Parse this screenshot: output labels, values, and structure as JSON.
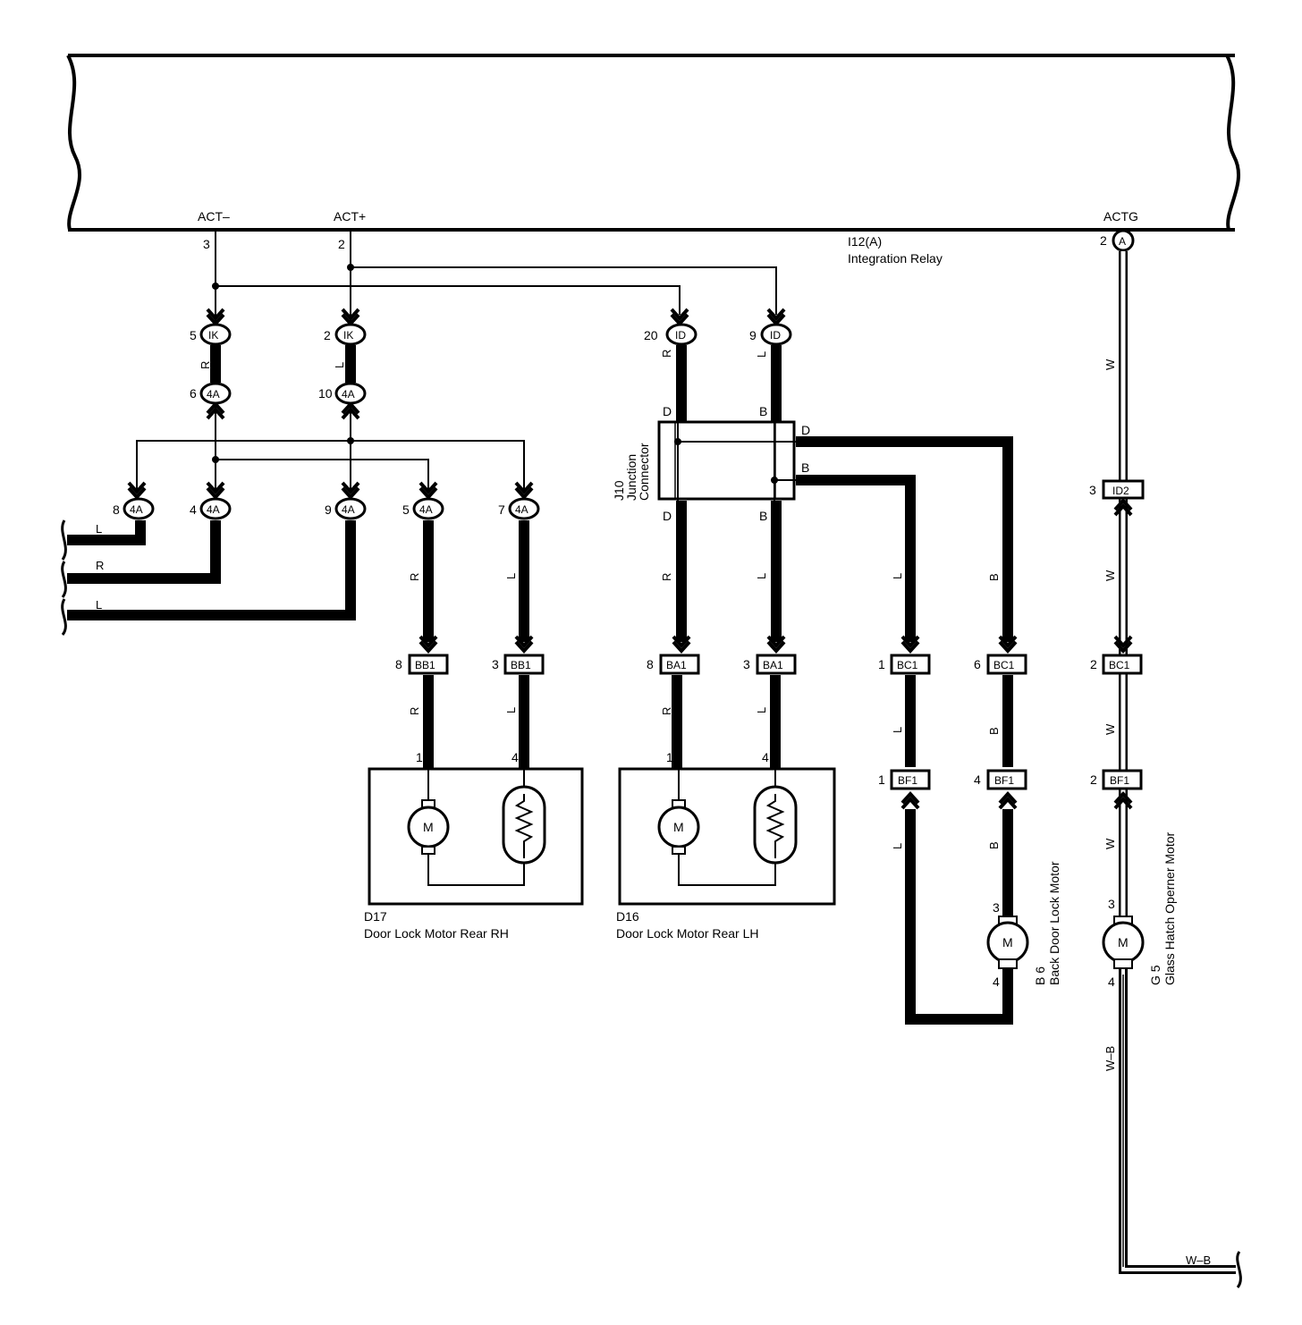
{
  "relay": {
    "code": "I12(A)",
    "name": "Integration Relay",
    "pins": [
      {
        "name": "ACT–",
        "pin": "3"
      },
      {
        "name": "ACT+",
        "pin": "2"
      },
      {
        "name": "ACTG",
        "pin": "2",
        "connector": "A"
      }
    ]
  },
  "connectors": {
    "IK": "IK",
    "4A": "4A",
    "ID": "ID",
    "ID2": "ID2",
    "BB1": "BB1",
    "BA1": "BA1",
    "BC1": "BC1",
    "BF1": "BF1"
  },
  "pins": {
    "ik5": "5",
    "ik2": "2",
    "a4_6": "6",
    "a4_10": "10",
    "a4_8": "8",
    "a4_4": "4",
    "a4_9": "9",
    "a4_5": "5",
    "a4_7": "7",
    "id20": "20",
    "id9": "9",
    "id2_3": "3",
    "bb1_8": "8",
    "bb1_3": "3",
    "ba1_8": "8",
    "ba1_3": "3",
    "bc1_1": "1",
    "bc1_6": "6",
    "bc1_2": "2",
    "bf1_1": "1",
    "bf1_4": "4",
    "bf1_2": "2",
    "d17_1": "1",
    "d17_4": "4",
    "d16_1": "1",
    "d16_4": "4",
    "b6_3": "3",
    "b6_4": "4",
    "g5_3": "3",
    "g5_4": "4"
  },
  "junction": {
    "code": "J10",
    "line1": "Junction",
    "line2": "Connector",
    "terminals": [
      "D",
      "B"
    ]
  },
  "components": {
    "d17": {
      "code": "D17",
      "name": "Door Lock Motor Rear RH"
    },
    "d16": {
      "code": "D16",
      "name": "Door Lock Motor Rear LH"
    },
    "b6": {
      "code": "B 6",
      "name": "Back Door Lock Motor"
    },
    "g5": {
      "code": "G 5",
      "name": "Glass Hatch Operner Motor"
    }
  },
  "motor_symbol": "M",
  "wire_colors": {
    "R": "R",
    "L": "L",
    "W": "W",
    "B": "B",
    "WB": "W–B"
  }
}
